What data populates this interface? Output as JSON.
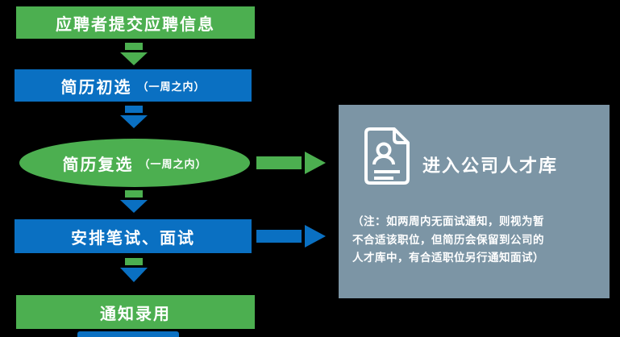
{
  "colors": {
    "background": "#000000",
    "green": "#4CAF50",
    "blue": "#0A70C2",
    "panel": "#7C95A5",
    "text": "#FFFFFF"
  },
  "flow": {
    "steps": [
      {
        "label": "应聘者提交应聘信息",
        "sub": "",
        "shape": "rect",
        "color": "green"
      },
      {
        "label": "简历初选",
        "sub": "（一周之内）",
        "shape": "rect",
        "color": "blue"
      },
      {
        "label": "简历复选",
        "sub": "（一周之内）",
        "shape": "ellipse",
        "color": "green"
      },
      {
        "label": "安排笔试、面试",
        "sub": "",
        "shape": "rect",
        "color": "blue"
      },
      {
        "label": "通知录用",
        "sub": "",
        "shape": "rect",
        "color": "green"
      }
    ]
  },
  "talent_pool_panel": {
    "title": "进入公司人才库",
    "icon": "document-person-icon",
    "note_lines": [
      "（注：如两周内无面试通知，则视为暂",
      "不合适该职位，但简历会保留到公司的",
      "人才库中，有合适职位另行通知面试）"
    ]
  }
}
